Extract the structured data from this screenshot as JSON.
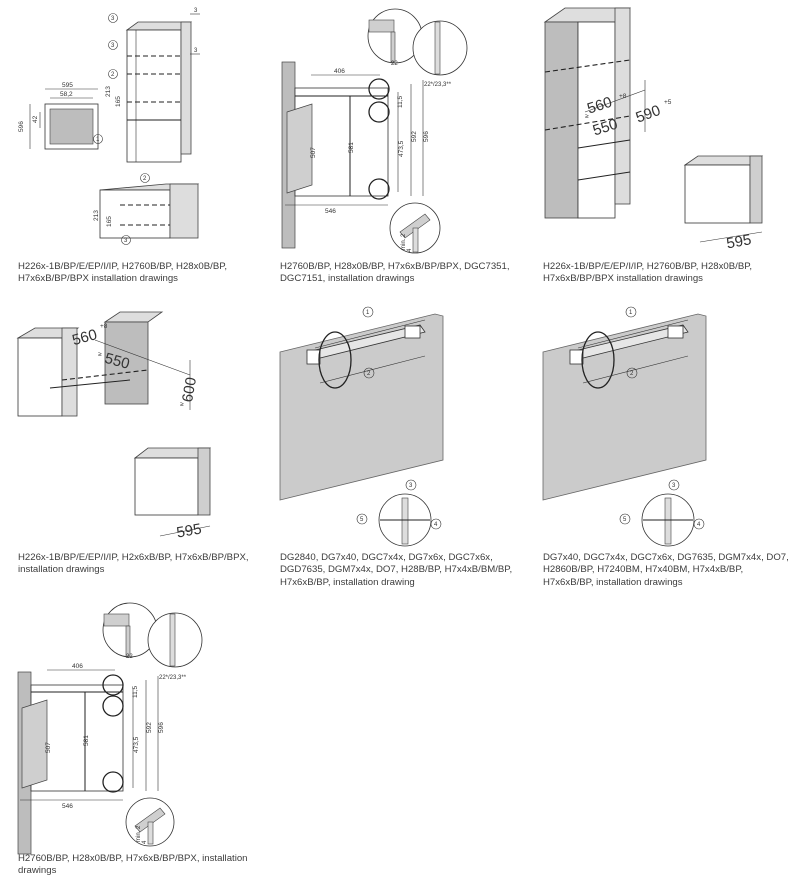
{
  "figures": [
    {
      "caption": "H226x-1B/BP/E/EP/I/IP, H2760B/BP, H28x0B/BP, H7x6xB/BP/BPX installation drawings",
      "dims": {
        "d595": "595",
        "d58_2": "58,2",
        "d596": "596",
        "d42": "42",
        "d213": "213",
        "d165": "165",
        "d3": "3",
        "d3b": "3"
      },
      "callouts": [
        "1",
        "2",
        "3"
      ]
    },
    {
      "caption": "H2760B/BP, H28x0B/BP, H7x6xB/BP/BPX, DGC7351, DGC7151, installation drawings",
      "dims": {
        "d406": "406",
        "d11_5": "11,5",
        "d507": "507",
        "d581": "581",
        "d473_5": "473,5",
        "d592": "592",
        "d596": "596",
        "d546": "546",
        "d22": "22",
        "d22b": "22*/23,3**",
        "dmin2": "min. 2",
        "d4": "4"
      }
    },
    {
      "caption": "H226x-1B/BP/E/EP/I/IP, H2760B/BP, H28x0B/BP, H7x6xB/BP/BPX installation drawings",
      "dims": {
        "d560": "560",
        "d560sup": "+8",
        "d590": "590",
        "d590sup": "+5",
        "d550": "550",
        "dge550": "≥",
        "d595": "595"
      }
    },
    {
      "caption": "H226x-1B/BP/E/EP/I/IP, H2x6xB/BP, H7x6xB/BP/BPX, installation drawings",
      "dims": {
        "d560": "560",
        "d560sup": "+8",
        "d550": "550",
        "dge550": "≥",
        "d600": "600",
        "dge600": "≥",
        "d595": "595"
      }
    },
    {
      "caption": "DG2840, DG7x40, DGC7x4x, DG7x6x, DGC7x6x, DGD7635, DGM7x4x, DO7, H28B/BP, H7x4xB/BM/BP, H7x6xB/BP, installation drawing",
      "callouts": [
        "1",
        "2",
        "3",
        "4",
        "5"
      ]
    },
    {
      "caption": "DG7x40, DGC7x4x, DGC7x6x, DG7635, DGM7x4x, DO7, H2860B/BP, H7240BM, H7x40BM, H7x4xB/BP, H7x6xB/BP, installation drawings",
      "callouts": [
        "1",
        "2",
        "3",
        "4",
        "5"
      ]
    },
    {
      "caption": "H2760B/BP, H28x0B/BP, H7x6xB/BP/BPX, installation drawings",
      "dims": {
        "d406": "406",
        "d11_5": "11,5",
        "d507": "507",
        "d581": "581",
        "d473_5": "473,5",
        "d592": "592",
        "d596": "596",
        "d546": "546",
        "d22": "22",
        "d22b": "22*/23,3**",
        "dmin2": "min. 2",
        "d4": "4"
      }
    }
  ]
}
